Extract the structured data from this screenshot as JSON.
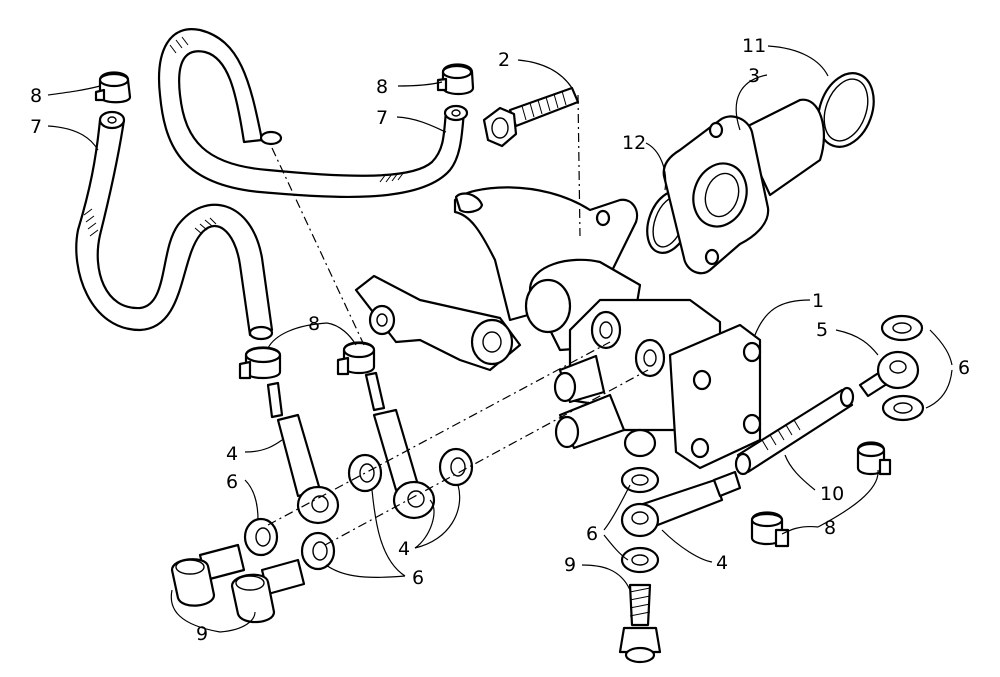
{
  "callouts": [
    {
      "id": "c8a",
      "text": "8"
    },
    {
      "id": "c7a",
      "text": "7"
    },
    {
      "id": "c8b",
      "text": "8"
    },
    {
      "id": "c7b",
      "text": "7"
    },
    {
      "id": "c2",
      "text": "2"
    },
    {
      "id": "c11",
      "text": "11"
    },
    {
      "id": "c3",
      "text": "3"
    },
    {
      "id": "c12",
      "text": "12"
    },
    {
      "id": "c1",
      "text": "1"
    },
    {
      "id": "c5",
      "text": "5"
    },
    {
      "id": "c6a",
      "text": "6"
    },
    {
      "id": "c8c",
      "text": "8"
    },
    {
      "id": "c4a",
      "text": "4"
    },
    {
      "id": "c6b",
      "text": "6"
    },
    {
      "id": "c10",
      "text": "10"
    },
    {
      "id": "c8d",
      "text": "8"
    },
    {
      "id": "c6c",
      "text": "6"
    },
    {
      "id": "c4b",
      "text": "4"
    },
    {
      "id": "c9a",
      "text": "9"
    },
    {
      "id": "c4c",
      "text": "4"
    },
    {
      "id": "c6d",
      "text": "6"
    },
    {
      "id": "c9b",
      "text": "9"
    }
  ]
}
